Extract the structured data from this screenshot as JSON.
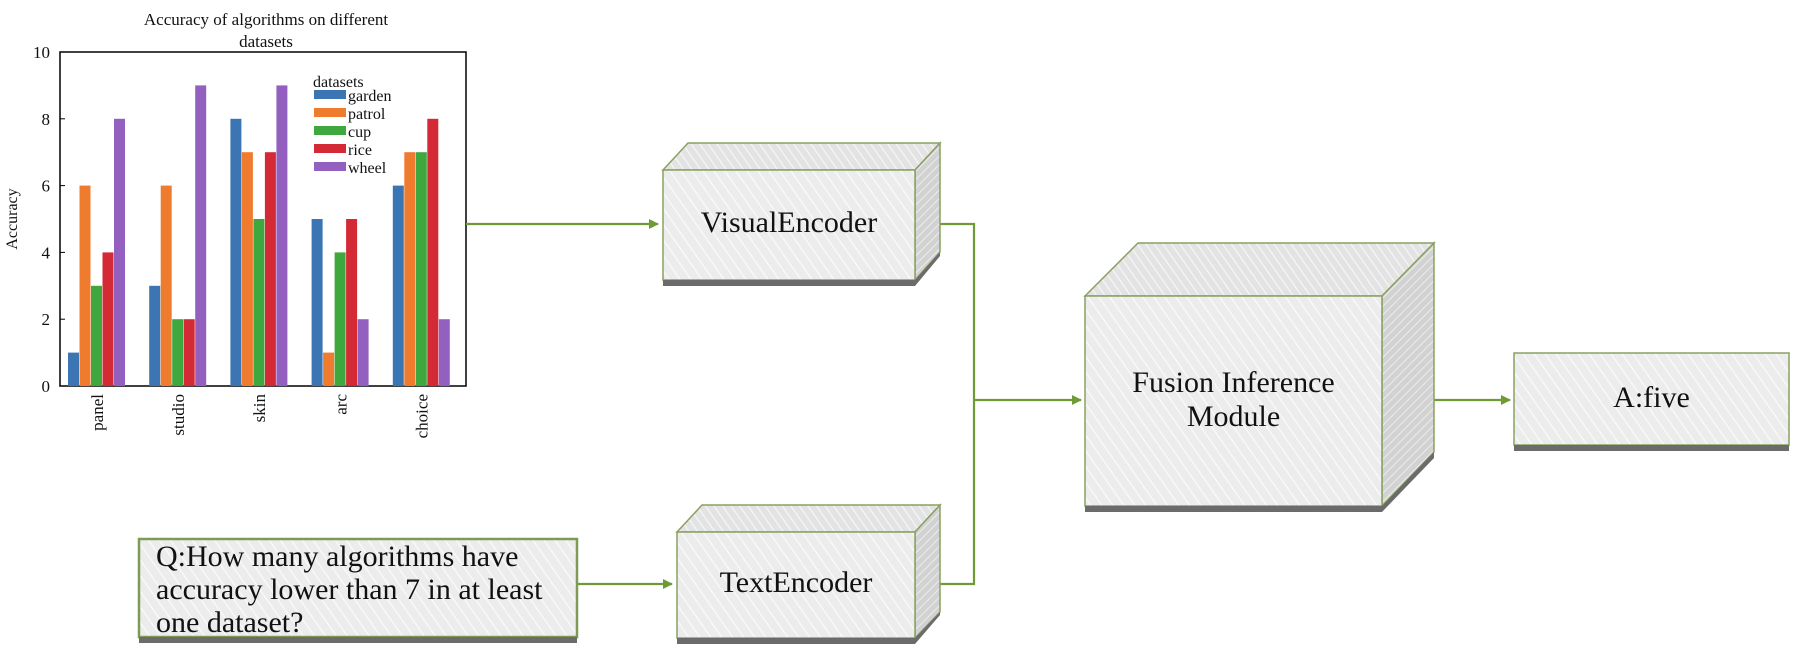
{
  "chart_data": {
    "type": "bar",
    "title": "Accuracy of algorithms on different datasets",
    "title_lines": [
      "Accuracy of algorithms on different",
      "datasets"
    ],
    "xlabel": "",
    "ylabel": "Accuracy",
    "ylim": [
      0,
      10
    ],
    "yticks": [
      0,
      2,
      4,
      6,
      8,
      10
    ],
    "categories": [
      "panel",
      "studio",
      "skin",
      "arc",
      "choice"
    ],
    "legend_title": "datasets",
    "legend_position": "top-right",
    "grid": false,
    "series": [
      {
        "name": "garden",
        "color": "#3b75b4",
        "values": [
          1,
          3,
          8,
          5,
          6
        ]
      },
      {
        "name": "patrol",
        "color": "#ef7b2f",
        "values": [
          6,
          6,
          7,
          1,
          7
        ]
      },
      {
        "name": "cup",
        "color": "#3ea73e",
        "values": [
          3,
          2,
          5,
          4,
          7
        ]
      },
      {
        "name": "rice",
        "color": "#d42a35",
        "values": [
          4,
          2,
          7,
          5,
          8
        ]
      },
      {
        "name": "wheel",
        "color": "#9460c0",
        "values": [
          8,
          9,
          9,
          2,
          2
        ]
      }
    ]
  },
  "diagram": {
    "visual_encoder": "VisualEncoder",
    "text_encoder": "TextEncoder",
    "fusion_module": "Fusion Inference Module",
    "answer": "A:five",
    "question": "Q:How many algorithms have accuracy lower than 7 in at least one dataset?"
  },
  "colors": {
    "arrow": "#6f9a35",
    "box_face": "#eeeeee",
    "box_border": "#7f9a55",
    "box_shadow": "#6b6b6b"
  }
}
